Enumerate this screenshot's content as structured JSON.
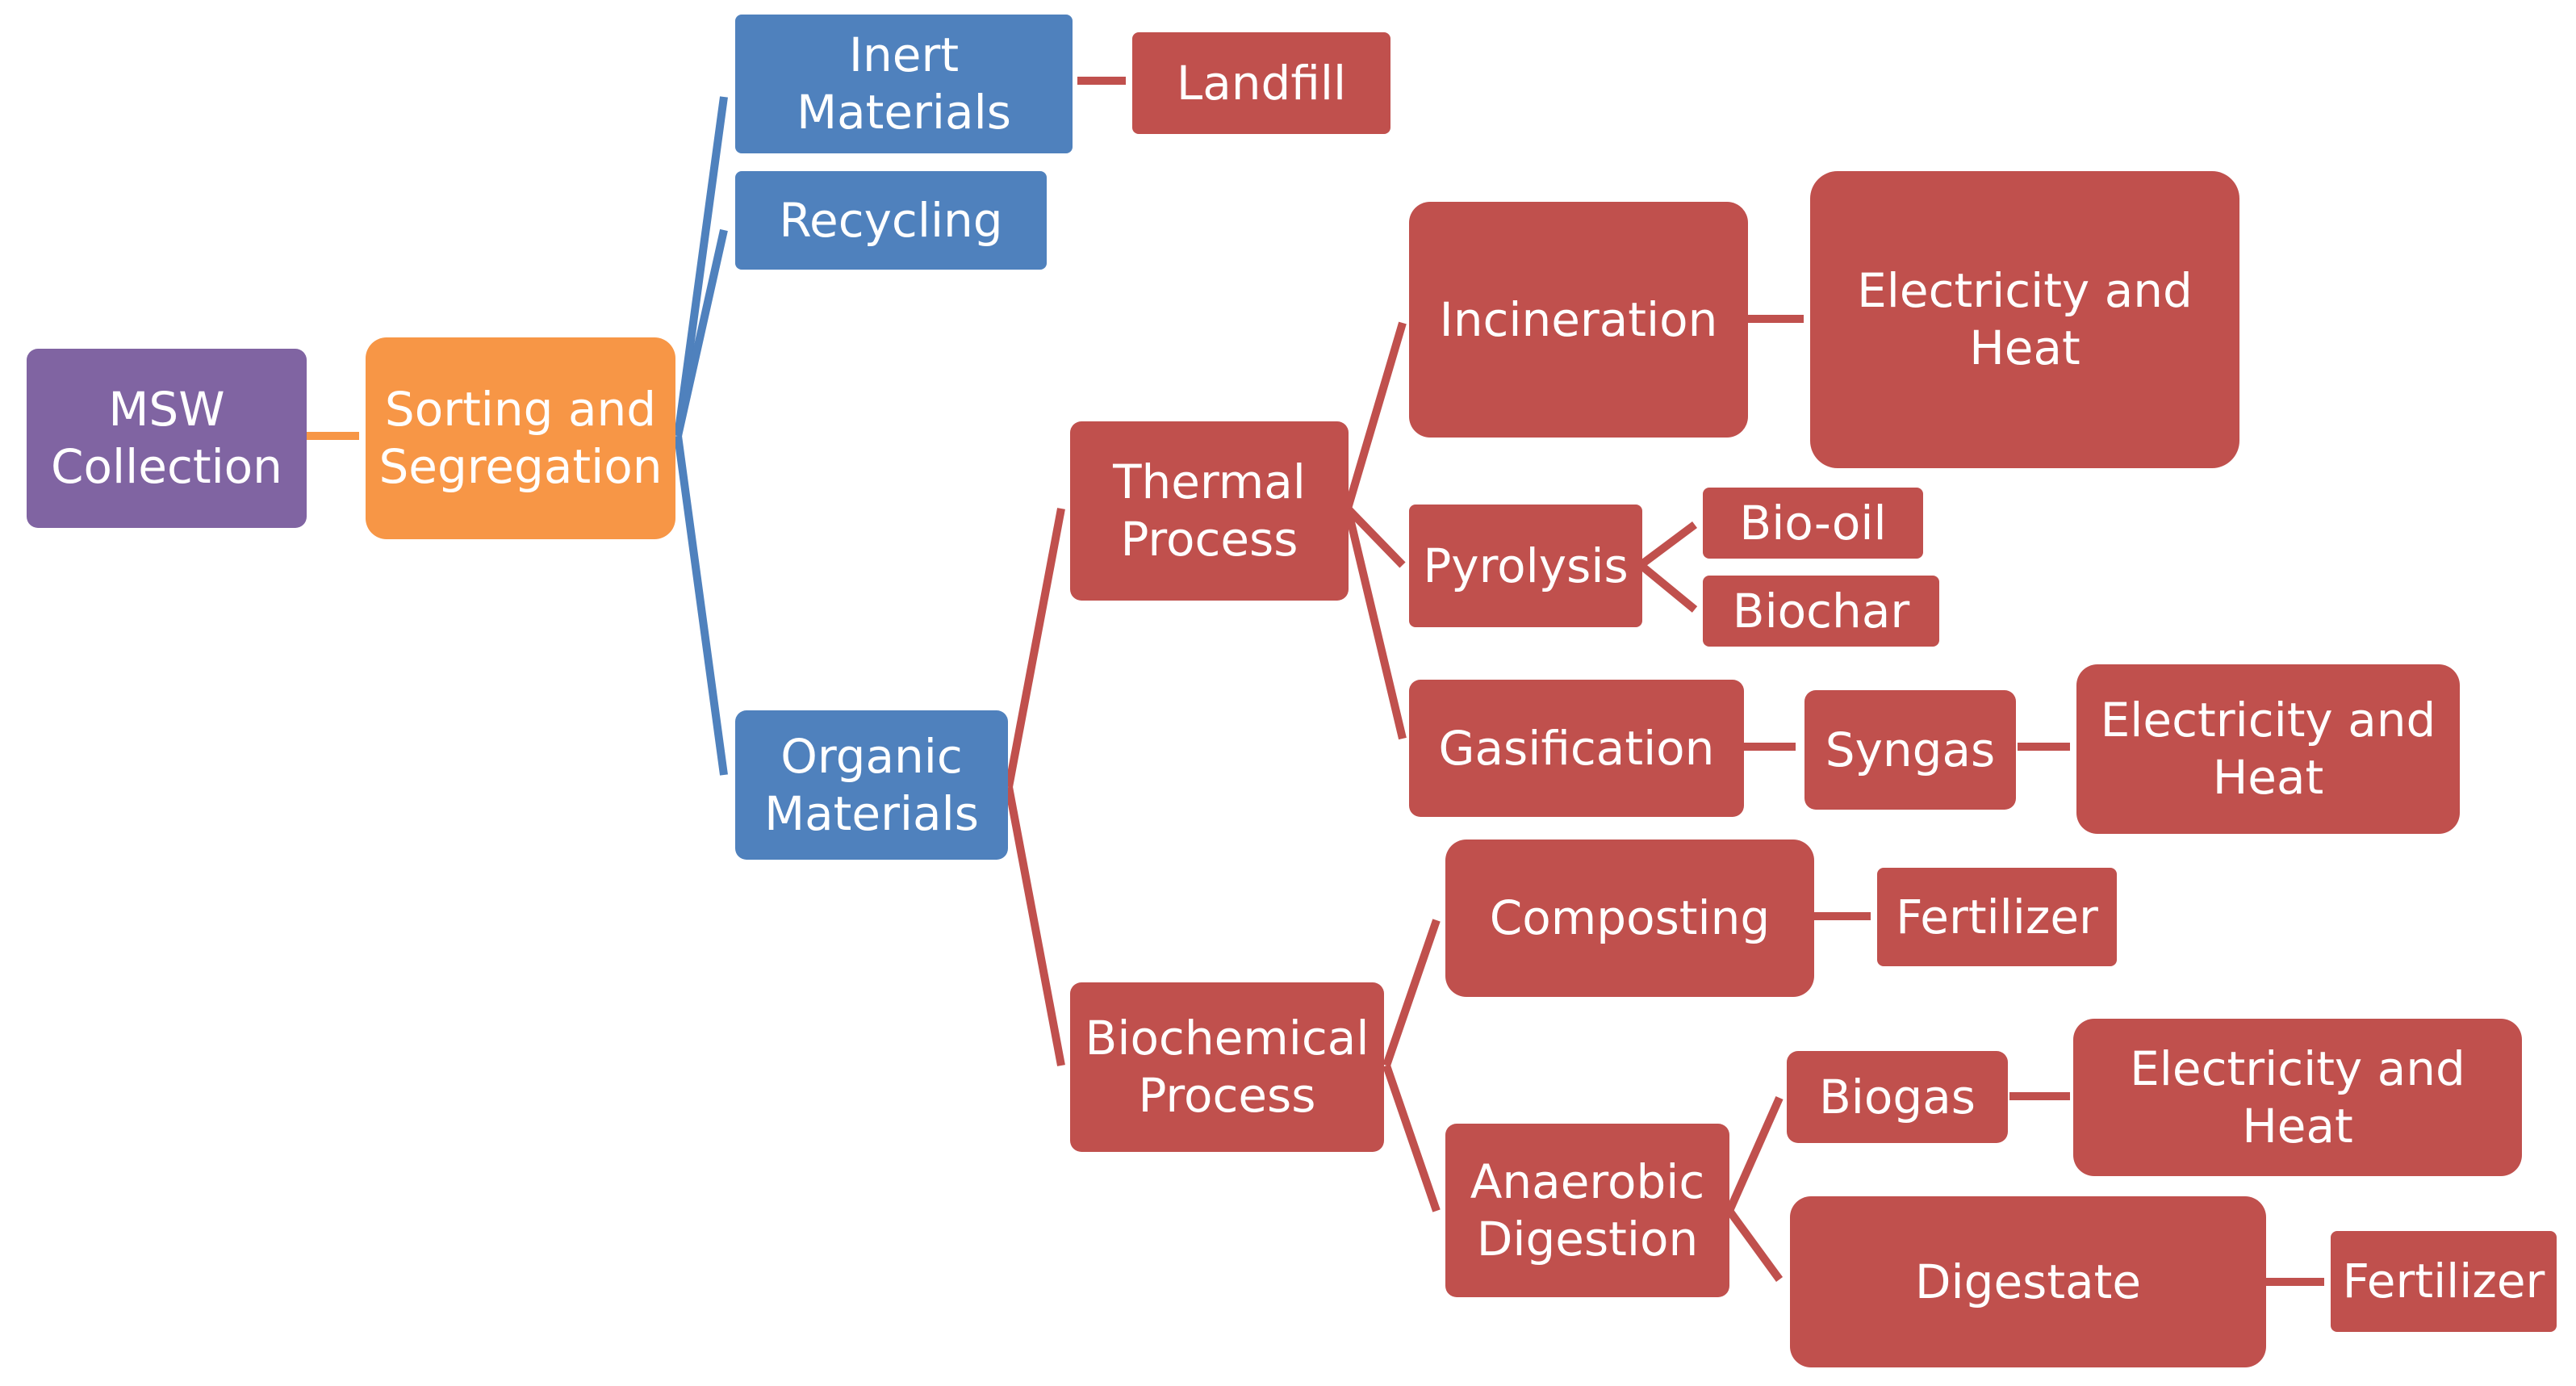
{
  "nodes": {
    "msw_collection": "MSW\nCollection",
    "sorting_segregation": "Sorting and\nSegregation",
    "inert_materials": "Inert\nMaterials",
    "landfill": "Landfill",
    "recycling": "Recycling",
    "organic_materials": "Organic\nMaterials",
    "thermal_process": "Thermal\nProcess",
    "biochemical_process": "Biochemical\nProcess",
    "incineration": "Incineration",
    "electricity_heat_1": "Electricity and\nHeat",
    "pyrolysis": "Pyrolysis",
    "bio_oil": "Bio-oil",
    "biochar": "Biochar",
    "gasification": "Gasification",
    "syngas": "Syngas",
    "electricity_heat_2": "Electricity and\nHeat",
    "composting": "Composting",
    "fertilizer_1": "Fertilizer",
    "anaerobic_digestion": "Anaerobic\nDigestion",
    "biogas": "Biogas",
    "electricity_heat_3": "Electricity and\nHeat",
    "digestate": "Digestate",
    "fertilizer_2": "Fertilizer"
  },
  "colors": {
    "collection": "#8064a2",
    "sorting": "#f79646",
    "material": "#4f81bd",
    "process": "#c0504d",
    "link_orange": "#f79646",
    "link_blue": "#4f81bd",
    "link_red": "#c0504d"
  }
}
